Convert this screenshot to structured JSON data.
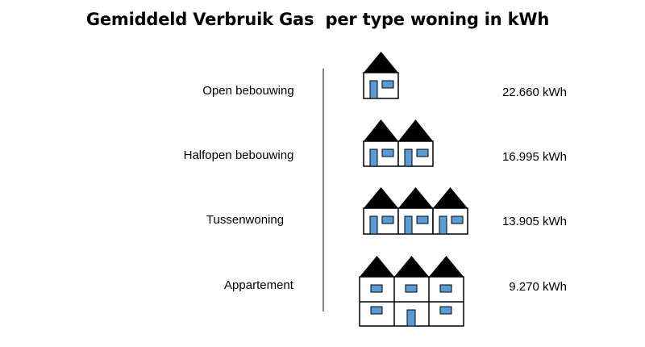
{
  "title": "Gemiddeld Verbruik Gas  per type woning in kWh",
  "colors": {
    "roof": "#000000",
    "wall": "#ffffff",
    "outline": "#000000",
    "window": "#5b9bd5",
    "divider": "#7f7f7f"
  },
  "rows": [
    {
      "label": "Open bebouwing",
      "value": "22.660 kWh",
      "houses": 1,
      "type": "house"
    },
    {
      "label": "Halfopen bebouwing",
      "value": "16.995 kWh",
      "houses": 2,
      "type": "house"
    },
    {
      "label": "Tussenwoning",
      "value": "13.905 kWh",
      "houses": 3,
      "type": "house"
    },
    {
      "label": "Appartement",
      "value": "9.270 kWh",
      "houses": 3,
      "type": "apartment"
    }
  ]
}
